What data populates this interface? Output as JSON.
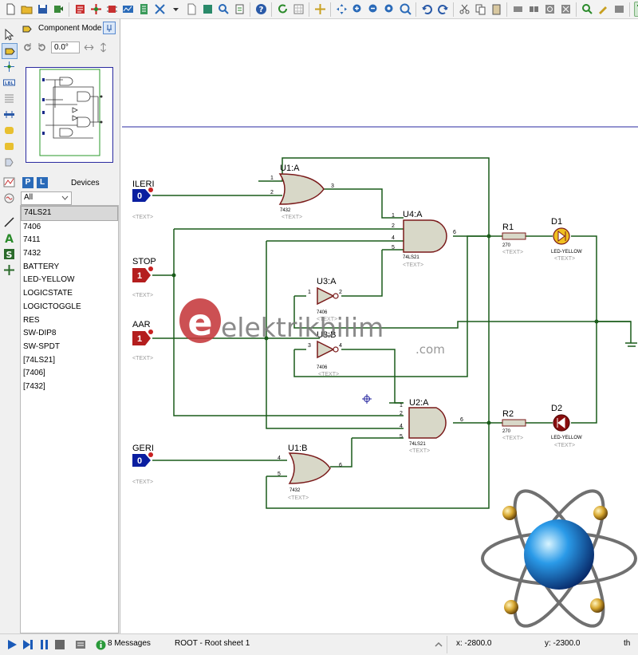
{
  "component_mode": {
    "label": "Component Mode",
    "rotation_value": "0.0°"
  },
  "devices": {
    "header": "Devices",
    "pick_label": "P",
    "library_label": "L",
    "filter": "All",
    "items": [
      "74LS21",
      "7406",
      "7411",
      "7432",
      "BATTERY",
      "LED-YELLOW",
      "LOGICSTATE",
      "LOGICTOGGLE",
      "RES",
      "SW-DIP8",
      "SW-SPDT",
      "[74LS21]",
      "[7406]",
      "[7432]"
    ]
  },
  "left_tools": {
    "label_tool": "LBL"
  },
  "schematic": {
    "inputs": [
      {
        "name": "ILERI",
        "state": "0",
        "text": "<TEXT>"
      },
      {
        "name": "STOP",
        "state": "1",
        "text": "<TEXT>"
      },
      {
        "name": "AAR",
        "state": "1",
        "text": "<TEXT>"
      },
      {
        "name": "GERI",
        "state": "0",
        "text": "<TEXT>"
      }
    ],
    "colors": {
      "state_low": "#0a1ea0",
      "state_high": "#b41e1e",
      "wire": "#1a5c1a",
      "body": "#d8d8c8",
      "outline": "#7a1a1a"
    },
    "gates": {
      "u1a": {
        "ref": "U1:A",
        "part": "7432",
        "text": "<TEXT>",
        "pins": [
          "1",
          "2",
          "3"
        ]
      },
      "u4a": {
        "ref": "U4:A",
        "part": "74LS21",
        "text": "<TEXT>",
        "pins": [
          "1",
          "2",
          "4",
          "5",
          "6"
        ]
      },
      "u3a": {
        "ref": "U3:A",
        "part": "7406",
        "text": "<TEXT>",
        "pins": [
          "1",
          "2"
        ]
      },
      "u3b": {
        "ref": "U3:B",
        "part": "7406",
        "text": "<TEXT>",
        "pins": [
          "3",
          "4"
        ]
      },
      "u2a": {
        "ref": "U2:A",
        "part": "74LS21",
        "text": "<TEXT>",
        "pins": [
          "1",
          "2",
          "4",
          "5",
          "6"
        ]
      },
      "u1b": {
        "ref": "U1:B",
        "part": "7432",
        "text": "<TEXT>",
        "pins": [
          "4",
          "5",
          "6"
        ]
      }
    },
    "resistors": [
      {
        "ref": "R1",
        "value": "270",
        "text": "<TEXT>"
      },
      {
        "ref": "R2",
        "value": "270",
        "text": "<TEXT>"
      }
    ],
    "leds": [
      {
        "ref": "D1",
        "part": "LED-YELLOW",
        "text": "<TEXT>"
      },
      {
        "ref": "D2",
        "part": "LED-YELLOW",
        "text": "<TEXT>"
      }
    ],
    "watermark": {
      "brand": "elektrikbilim",
      "domain": ".com"
    }
  },
  "status": {
    "messages": "8 Messages",
    "sheet": "ROOT - Root sheet 1",
    "x_coord": "x:  -2800.0",
    "y_coord": "y:  -2300.0",
    "units": "th"
  }
}
